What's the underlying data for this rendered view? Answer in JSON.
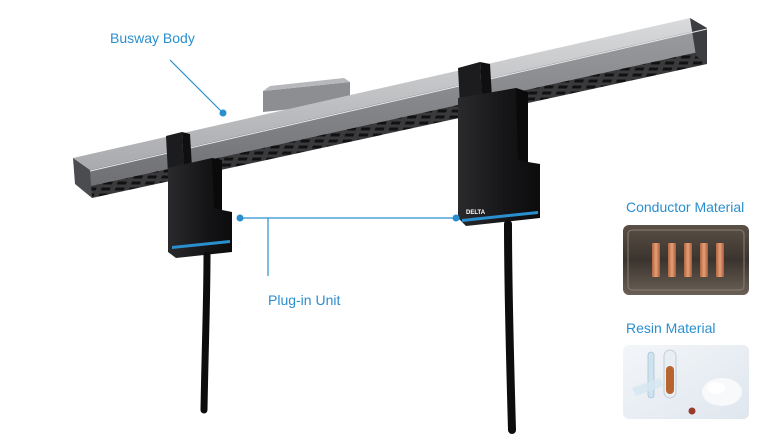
{
  "labels": {
    "busway_body": "Busway Body",
    "plugin_unit": "Plug-in Unit",
    "conductor_material": "Conductor Material",
    "resin_material": "Resin Material"
  },
  "brand_mark": "DELTA",
  "colors": {
    "accent": "#2a8fcf",
    "rail_top": "#c8c9cb",
    "rail_side": "#8e8f92",
    "rail_dark": "#2a2a2c",
    "unit_body": "#1b1b1d",
    "unit_stripe": "#2a8fcf",
    "copper": "#c9794e"
  }
}
